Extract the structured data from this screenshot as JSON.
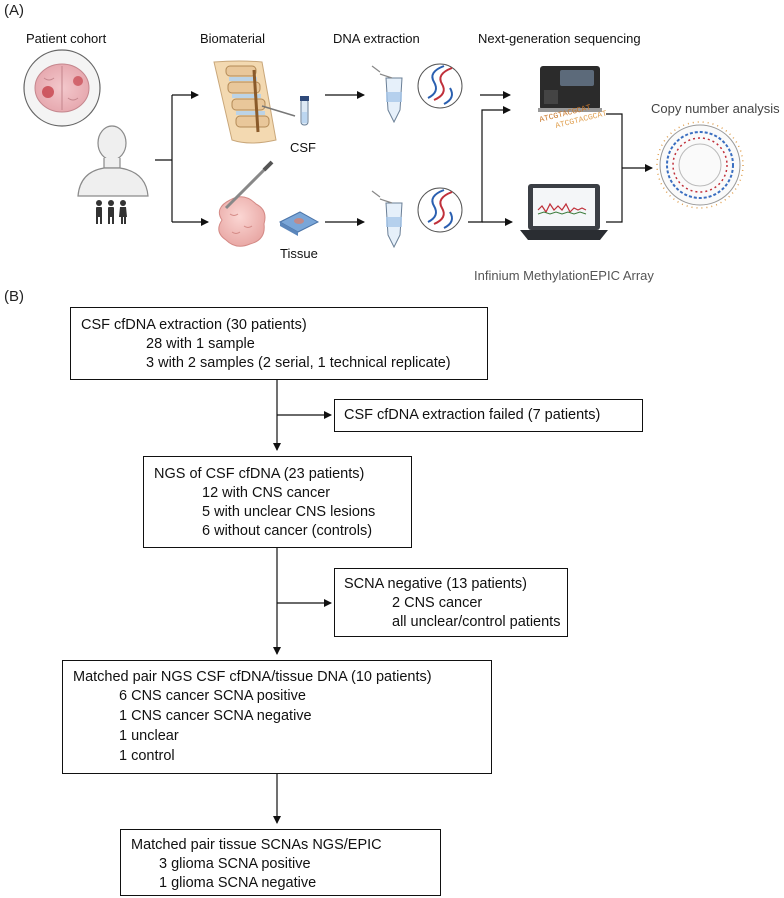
{
  "panel_a": {
    "label": "(A)",
    "headers": {
      "patient_cohort": "Patient cohort",
      "biomaterial": "Biomaterial",
      "dna_extraction": "DNA extraction",
      "ngs": "Next-generation sequencing",
      "copy_number": "Copy number analysis"
    },
    "labels": {
      "csf": "CSF",
      "tissue": "Tissue",
      "array": "Infinium MethylationEPIC Array",
      "dna_seq": "ATCGTACGCAT"
    }
  },
  "panel_b": {
    "label": "(B)",
    "boxes": {
      "extraction": {
        "title": "CSF cfDNA extraction (30 patients)",
        "lines": [
          "28 with 1 sample",
          "3 with 2 samples (2 serial, 1 technical replicate)"
        ]
      },
      "failed": {
        "title": "CSF cfDNA extraction failed (7 patients)"
      },
      "ngs": {
        "title": "NGS of CSF cfDNA (23 patients)",
        "lines": [
          "12 with CNS cancer",
          "5 with unclear CNS lesions",
          "6 without cancer (controls)"
        ]
      },
      "scna_negative": {
        "title": "SCNA negative (13 patients)",
        "lines": [
          "2 CNS cancer",
          "all unclear/control patients"
        ]
      },
      "matched": {
        "title": "Matched pair NGS CSF cfDNA/tissue DNA (10 patients)",
        "lines": [
          "6 CNS cancer SCNA positive",
          "1 CNS cancer SCNA negative",
          "1 unclear",
          "1 control"
        ]
      },
      "tissue": {
        "title": "Matched pair tissue SCNAs NGS/EPIC",
        "lines": [
          "3 glioma SCNA positive",
          "1 glioma SCNA negative"
        ]
      }
    }
  }
}
